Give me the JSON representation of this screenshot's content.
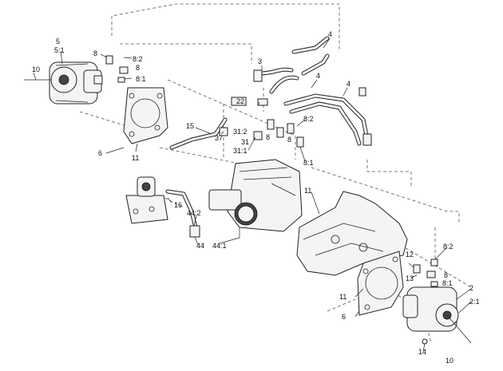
{
  "callouts": {
    "c4a": "4",
    "c4b": "4",
    "c4c": "4",
    "c5": "5",
    "c5_1": "5:1",
    "c8a": "8",
    "c8b": "8",
    "c8c": "8",
    "c8d": "8",
    "c8e": "8",
    "c8_2a": "8:2",
    "c8_1a": "8:1",
    "c8_2b": "8:2",
    "c8_1b": "8:1",
    "c8_2c": "8:2",
    "c8_1c": "8:1",
    "c10a": "10",
    "c10b": "10",
    "c3": "3",
    "c22": "22",
    "c15": "15",
    "c37": "37",
    "c31_2": "31:2",
    "c31": "31",
    "c31_1": "31:1",
    "c6a": "6",
    "c6b": "6",
    "c11a": "11",
    "c11b": "11",
    "c11c": "11",
    "c16": "16",
    "c44_2": "44:2",
    "c44": "44",
    "c44_1": "44:1",
    "c12": "12",
    "c13": "13",
    "c2": "2",
    "c2_1": "2:1",
    "c14": "14"
  }
}
